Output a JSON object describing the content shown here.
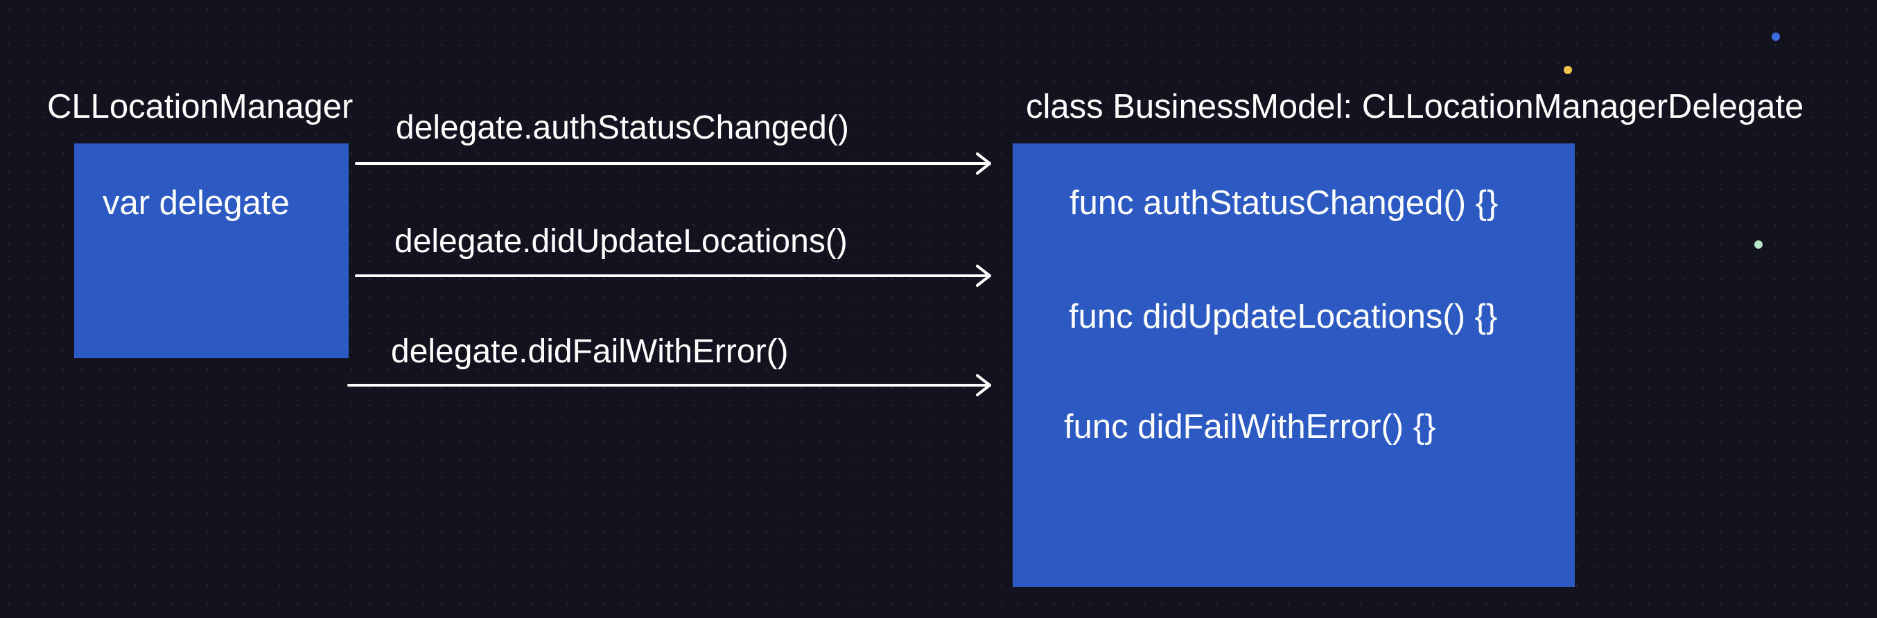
{
  "source": {
    "title": "CLLocationManager",
    "property": "var delegate"
  },
  "target": {
    "title": "class BusinessModel: CLLocationManagerDelegate",
    "methods": [
      "func authStatusChanged() {}",
      "func didUpdateLocations() {}",
      "func didFailWithError() {}"
    ]
  },
  "calls": [
    "delegate.authStatusChanged()",
    "delegate.didUpdateLocations()",
    "delegate.didFailWithError()"
  ],
  "colors": {
    "background": "#12131f",
    "box_fill": "#2c5ac2",
    "text": "#ffffff",
    "arrow": "#ffffff",
    "dot_yellow": "#f2c14e",
    "dot_blue": "#3f6de0",
    "dot_mint": "#b9e6c9"
  }
}
